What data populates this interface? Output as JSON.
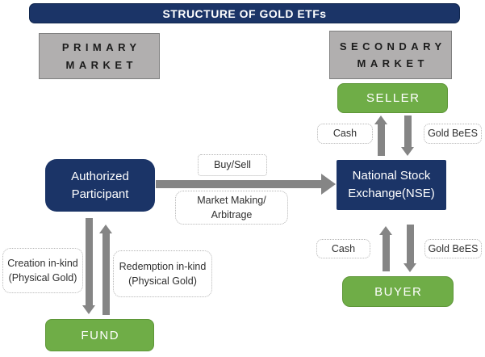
{
  "colors": {
    "navy": "#1b3467",
    "green": "#6fad47",
    "green-border": "#5e9638",
    "gray-fill": "#b1afaf",
    "gray-border": "#7f7f7f",
    "arrow": "#858585",
    "dashed-border": "#b5b5b5",
    "label-text": "#2f2f2f"
  },
  "title": "STRUCTURE OF GOLD ETFs",
  "sections": {
    "primary_market": {
      "line1": "PRIMARY",
      "line2": "MARKET"
    },
    "secondary_market": {
      "line1": "SECONDARY",
      "line2": "MARKET"
    }
  },
  "nodes": {
    "seller": "SELLER",
    "buyer": "BUYER",
    "fund": "FUND",
    "authorized_participant": {
      "line1": "Authorized",
      "line2": "Participant"
    },
    "nse": {
      "line1": "National Stock",
      "line2": "Exchange(NSE)"
    }
  },
  "flow_labels": {
    "seller_cash": "Cash",
    "seller_gold": "Gold BeES",
    "buy_sell": "Buy/Sell",
    "market_making": {
      "line1": "Market Making/",
      "line2": "Arbitrage"
    },
    "buyer_cash": "Cash",
    "buyer_gold": "Gold BeES",
    "creation": {
      "line1": "Creation in-kind",
      "line2": "(Physical Gold)"
    },
    "redemption": {
      "line1": "Redemption in-kind",
      "line2": "(Physical Gold)"
    }
  }
}
